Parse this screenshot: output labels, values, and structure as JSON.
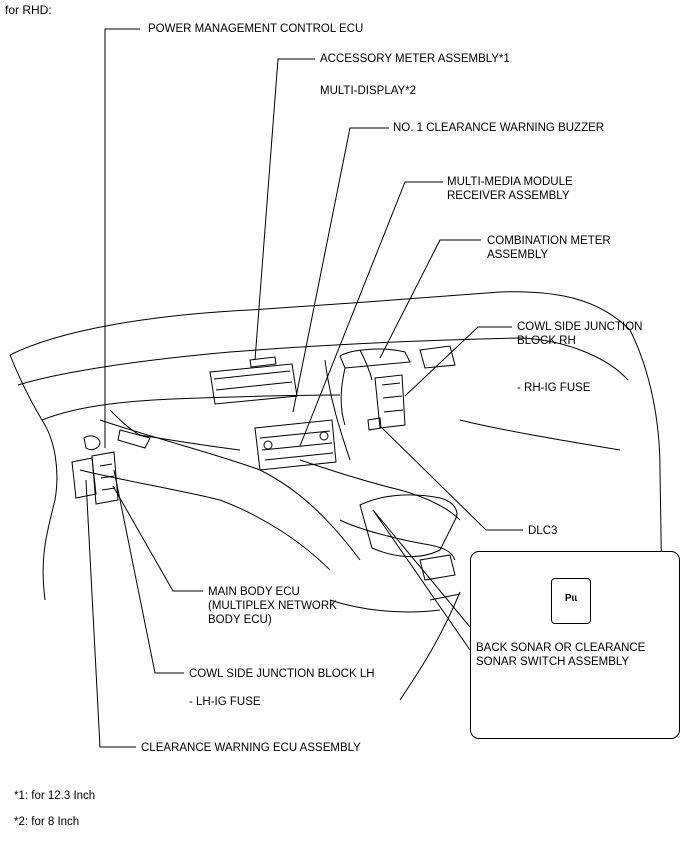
{
  "header": "for RHD:",
  "labels": {
    "power_mgmt": "POWER MANAGEMENT CONTROL ECU",
    "accessory_meter": "ACCESSORY METER ASSEMBLY*1",
    "multi_display": "MULTI-DISPLAY*2",
    "buzzer": "NO. 1 CLEARANCE WARNING BUZZER",
    "multimedia_1": "MULTI-MEDIA MODULE",
    "multimedia_2": "RECEIVER ASSEMBLY",
    "combination_1": "COMBINATION METER",
    "combination_2": "ASSEMBLY",
    "cowl_rh_1": "COWL SIDE JUNCTION",
    "cowl_rh_2": "BLOCK RH",
    "rh_ig_fuse": "- RH-IG FUSE",
    "dlc3": "DLC3",
    "main_body_1": "MAIN BODY ECU",
    "main_body_2": "(MULTIPLEX NETWORK",
    "main_body_3": "BODY ECU)",
    "cowl_lh": "COWL SIDE JUNCTION BLOCK LH",
    "lh_ig_fuse": "- LH-IG FUSE",
    "clearance_ecu": "CLEARANCE WARNING ECU ASSEMBLY",
    "sonar_switch_1": "BACK SONAR OR CLEARANCE",
    "sonar_switch_2": "SONAR SWITCH ASSEMBLY",
    "switch_glyph": "Pɩɩ"
  },
  "footnotes": [
    "*1: for 12.3 Inch",
    "*2: for 8 Inch"
  ]
}
